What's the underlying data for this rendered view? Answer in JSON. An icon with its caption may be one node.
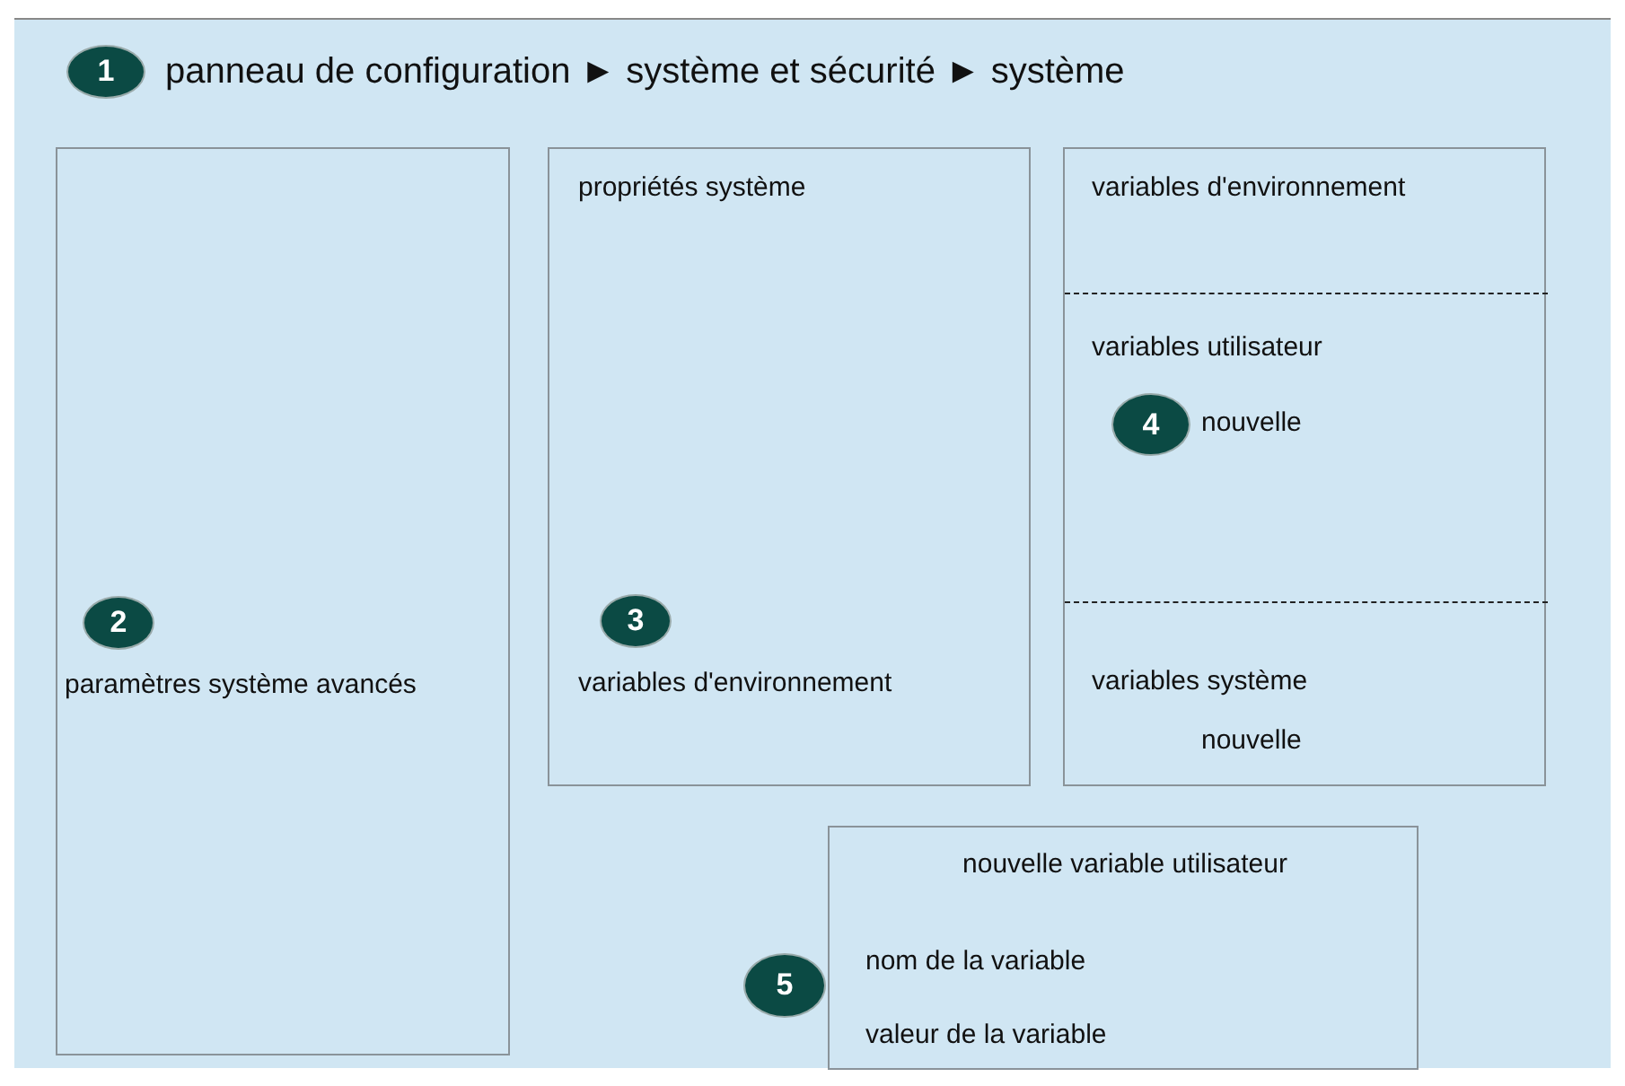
{
  "diagram": {
    "title": "panneau de configuration ► système et sécurité ► système",
    "nodes": [
      {
        "text": [
          "1"
        ]
      },
      {
        "text": [
          "paramètres système avancés"
        ]
      },
      {
        "text": [
          "2"
        ],
        "in": 1
      },
      {
        "text": [
          "propriétés système",
          "variables d'environnement"
        ]
      },
      {
        "text": [
          "3"
        ],
        "in": 3
      },
      {
        "text": [
          "variables d'environnement"
        ]
      },
      {
        "text": [
          "variables utilisateur",
          "nouvelle"
        ],
        "in": 5
      },
      {
        "text": [
          "4"
        ],
        "in": 6
      },
      {
        "text": [
          "variables système",
          "nouvelle"
        ],
        "in": 5
      },
      {
        "text": [
          "nouvelle variable utilisateur",
          "nom de la variable",
          "valeur de la variable"
        ]
      },
      {
        "text": [
          "5"
        ]
      }
    ]
  }
}
